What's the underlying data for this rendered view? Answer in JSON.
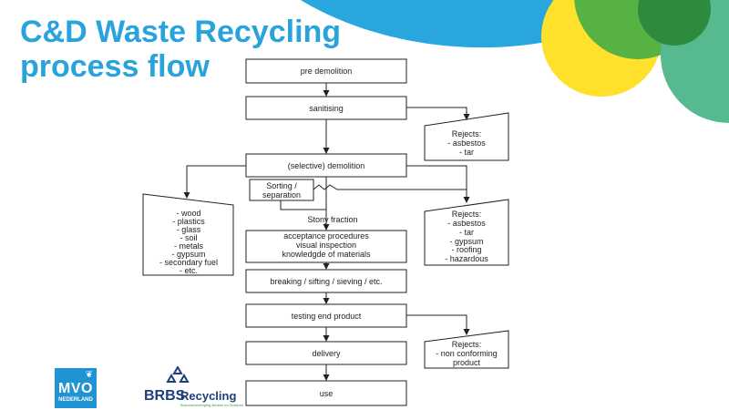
{
  "title_lines": [
    "C&D Waste Recycling",
    "process flow"
  ],
  "colors": {
    "title": "#29a3dc",
    "blue": "#2aa6de",
    "green": "#4caf45",
    "yellow": "#ffe12c",
    "teal": "#57b98f",
    "dark_green": "#2e8b3d"
  },
  "flow": {
    "pre_demolition": "pre demolition",
    "sanitising": "sanitising",
    "rejects_top": {
      "title": "Rejects:",
      "items": [
        "- asbestos",
        "- tar"
      ]
    },
    "selective_demolition": "(selective) demolition",
    "sorting": [
      "Sorting /",
      "separation"
    ],
    "materials": [
      "- wood",
      "- plastics",
      "- glass",
      "- soil",
      "- metals",
      "- gypsum",
      "- secondary fuel",
      "- etc."
    ],
    "stony_fraction": "Stony fraction",
    "rejects_mid": {
      "title": "Rejects:",
      "items": [
        "- asbestos",
        "- tar",
        "- gypsum",
        "- roofing",
        "- hazardous"
      ]
    },
    "acceptance": [
      "acceptance procedures",
      "visual inspection",
      "knowledgde of materials"
    ],
    "breaking": "breaking / sifting / sieving / etc.",
    "testing": "testing end product",
    "rejects_bottom": {
      "title": "Rejects:",
      "items": [
        "- non conforming",
        "product"
      ]
    },
    "delivery": "delivery",
    "use": "use"
  },
  "logos": {
    "mvo": {
      "line1": "MVO",
      "line2": "NEDERLAND",
      "icon": "mvo-logo-icon"
    },
    "brbs": {
      "word": "BRBS",
      "word2": "Recycling",
      "tagline": "Branchevereniging Breken en Sorteren",
      "icon": "brbs-triangle-icon"
    }
  }
}
